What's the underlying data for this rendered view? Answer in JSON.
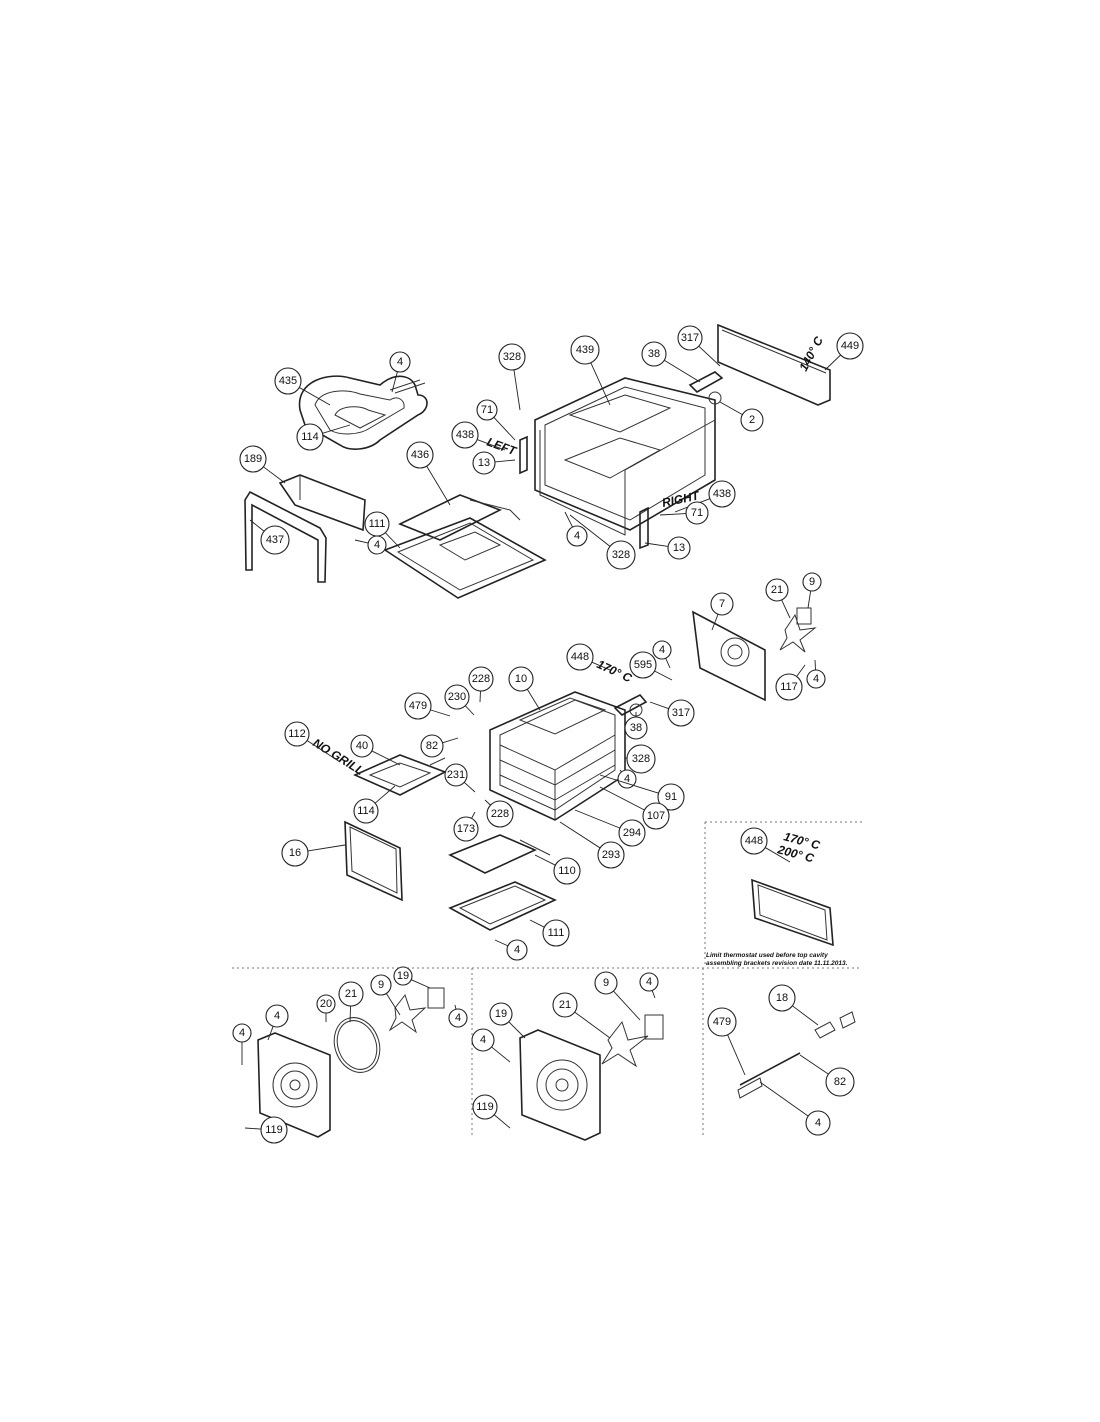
{
  "labels": {
    "left": "LEFT",
    "right": "RIGHT",
    "no_grill": "NO GRILL",
    "temp_140": "140° C",
    "temp_170a": "170° C",
    "temp_170b": "170° C",
    "temp_200": "200° C",
    "note_line1": "Limit thermostat used before top cavity",
    "note_line2": "assembling brackets revision date 11.11.2013."
  },
  "callouts": [
    "4",
    "435",
    "114",
    "328",
    "439",
    "38",
    "317",
    "449",
    "2",
    "71",
    "438",
    "13",
    "189",
    "436",
    "437",
    "111",
    "4",
    "438",
    "71",
    "13",
    "4",
    "328",
    "7",
    "21",
    "9",
    "448",
    "4",
    "595",
    "117",
    "4",
    "228",
    "230",
    "10",
    "479",
    "82",
    "38",
    "317",
    "112",
    "40",
    "231",
    "328",
    "4",
    "114",
    "91",
    "228",
    "107",
    "294",
    "293",
    "173",
    "16",
    "110",
    "448",
    "4",
    "111",
    "4",
    "20",
    "21",
    "9",
    "19",
    "4",
    "4",
    "119",
    "4",
    "21",
    "9",
    "19",
    "4",
    "119",
    "18",
    "479",
    "82",
    "4"
  ]
}
